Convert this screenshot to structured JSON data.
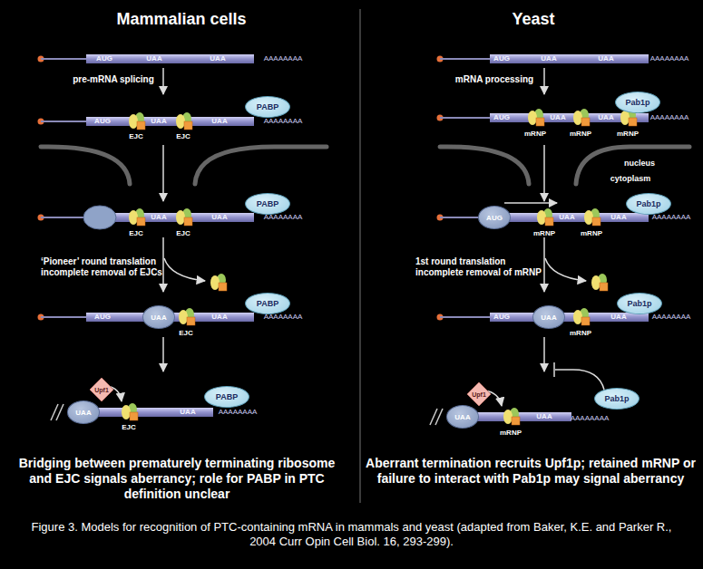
{
  "diagram": {
    "caption": "Figure 3.  Models for recognition of PTC-containing mRNA in mammals and yeast (adapted from Baker, K.E. and Parker R., 2004 Curr Opin Cell Biol. 16, 293-299).",
    "nodes": [
      {
        "text": [
          "PABP"
        ]
      },
      {
        "text": [
          "PABP"
        ]
      },
      {
        "text": [
          "UAA"
        ]
      },
      {
        "text": [
          "PABP"
        ]
      },
      {
        "text": [
          "Upf1"
        ]
      },
      {
        "text": [
          "UAA"
        ]
      },
      {
        "text": [
          "PABP"
        ]
      },
      {
        "text": [
          "Pab1p"
        ]
      },
      {
        "text": [
          "AUG"
        ]
      },
      {
        "text": [
          "Pab1p"
        ]
      },
      {
        "text": [
          "UAA"
        ]
      },
      {
        "text": [
          "Pab1p"
        ]
      },
      {
        "text": [
          "Upf1"
        ]
      },
      {
        "text": [
          "UAA"
        ]
      },
      {
        "text": [
          "Pab1p"
        ]
      }
    ],
    "labels": [
      "Mammalian cells",
      "Yeast",
      "AUG",
      "UAA",
      "UAA",
      "AAAAAAAA",
      "pre-mRNA splicing",
      "AUG",
      "EJC",
      "UAA",
      "EJC",
      "UAA",
      "AAAAAAAA",
      "EJC",
      "UAA",
      "EJC",
      "UAA",
      "AAAAAAAA",
      "‘Pioneer’ round translation incomplete removal of EJCs",
      "AUG",
      "EJC",
      "UAA",
      "AAAAAAAA",
      "EJC",
      "UAA",
      "AAAAAAAA",
      "Bridging between prematurely terminating ribosome and EJC signals aberrancy; role for PABP in PTC definition unclear",
      "AUG",
      "UAA",
      "UAA",
      "AAAAAAAA",
      "mRNA processing",
      "AUG",
      "mRNP",
      "UAA",
      "mRNP",
      "UAA",
      "mRNP",
      "AAAAAAAA",
      "nucleus",
      "cytoplasm",
      "mRNP",
      "UAA",
      "mRNP",
      "UAA",
      "AAAAAAAA",
      "1st round translation incomplete removal of mRNP",
      "AUG",
      "mRNP",
      "UAA",
      "AAAAAAAA",
      "mRNP",
      "UAA",
      "AAAAAAAA",
      "Aberrant termination recruits Upf1p; retained mRNP or failure to interact with Pab1p may signal aberrancy"
    ]
  }
}
